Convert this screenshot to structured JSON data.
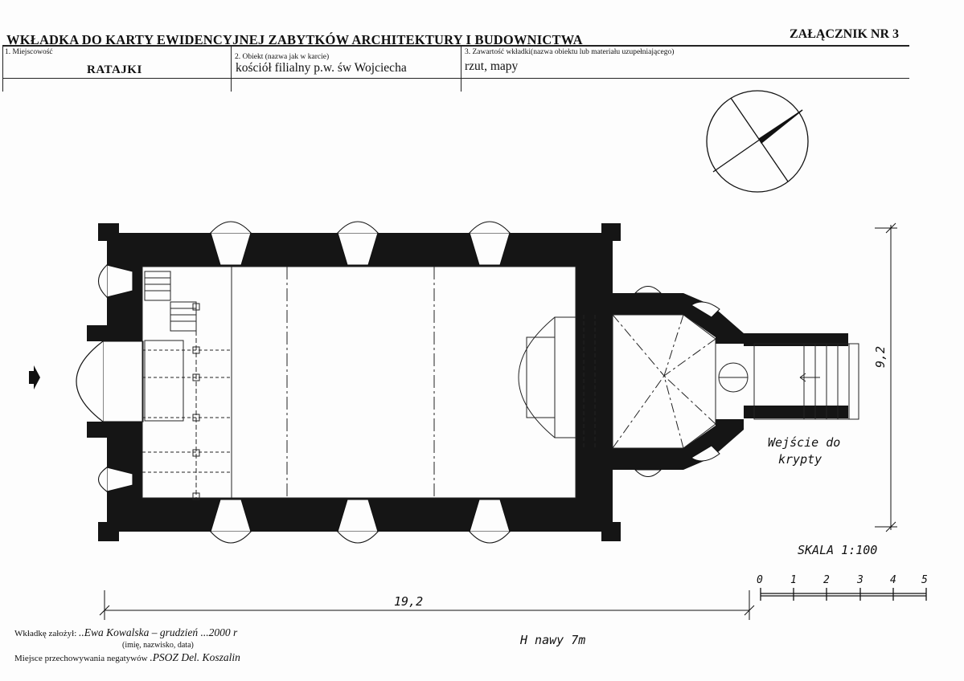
{
  "header": {
    "title": "WKŁADKA DO KARTY EWIDENCYJNEJ ZABYTKÓW ARCHITEKTURY I BUDOWNICTWA",
    "annex": "ZAŁĄCZNIK NR 3"
  },
  "fields": {
    "locality_label": "1. Miejscowość",
    "locality_value": "RATAJKI",
    "object_label": "2. Obiekt (nazwa jak w karcie)",
    "object_value": "kościół filialny p.w. św Wojciecha",
    "contents_label": "3. Zawartość wkładki(nazwa obiektu lub materiału uzupełniającego)",
    "contents_value": "rzut, mapy"
  },
  "drawing": {
    "dim_width": "19,2",
    "dim_height": "9,2",
    "crypt_note_line1": "Wejście do",
    "crypt_note_line2": "krypty",
    "scale_label": "SKALA 1:100",
    "scale_ticks": [
      "0",
      "1",
      "2",
      "3",
      "4",
      "5"
    ],
    "nave_height": "H nawy 7m"
  },
  "footer": {
    "prepared_label": "Wkładkę założył:",
    "prepared_value": "..Ewa Kowalska – grudzień ...2000 r",
    "prepared_hint": "(imię, nazwisko, data)",
    "storage_label": "Miejsce przechowywania negatywów",
    "storage_value": ".PSOZ Del. Koszalin"
  }
}
